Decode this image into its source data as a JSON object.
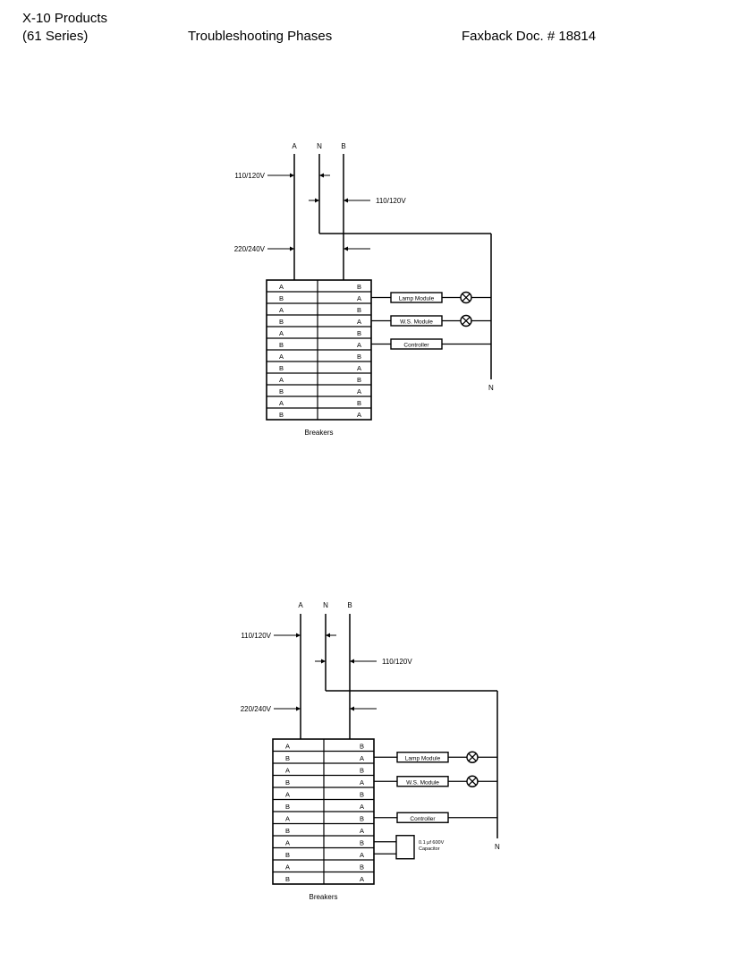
{
  "header": {
    "product": "X-10 Products",
    "series": "(61 Series)",
    "title": "Troubleshooting Phases",
    "doc_number": "Faxback Doc. # 18814"
  },
  "diagrams": [
    {
      "lines": {
        "a": "A",
        "n": "N",
        "b": "B"
      },
      "voltage_left_top": "110/120V",
      "voltage_right": "110/120V",
      "voltage_left_bottom": "220/240V",
      "left_column": [
        "A",
        "B",
        "A",
        "B",
        "A",
        "B",
        "A",
        "B",
        "A",
        "B",
        "A",
        "B"
      ],
      "right_column": [
        "B",
        "A",
        "B",
        "A",
        "B",
        "A",
        "B",
        "A",
        "B",
        "A",
        "B",
        "A"
      ],
      "lamp_module": "Lamp Module",
      "ws_module": "W.S. Module",
      "controller": "Controller",
      "neutral_end": "N",
      "breakers": "Breakers"
    },
    {
      "lines": {
        "a": "A",
        "n": "N",
        "b": "B"
      },
      "voltage_left_top": "110/120V",
      "voltage_right": "110/120V",
      "voltage_left_bottom": "220/240V",
      "left_column": [
        "A",
        "B",
        "A",
        "B",
        "A",
        "B",
        "A",
        "B",
        "A",
        "B",
        "A",
        "B"
      ],
      "right_column": [
        "B",
        "A",
        "B",
        "A",
        "B",
        "A",
        "B",
        "A",
        "B",
        "A",
        "B",
        "A"
      ],
      "lamp_module": "Lamp Module",
      "ws_module": "W.S. Module",
      "controller": "Controller",
      "capacitor_value": "0.1 µf 600V",
      "capacitor_label": "Capacitor",
      "neutral_end": "N",
      "breakers": "Breakers"
    }
  ]
}
